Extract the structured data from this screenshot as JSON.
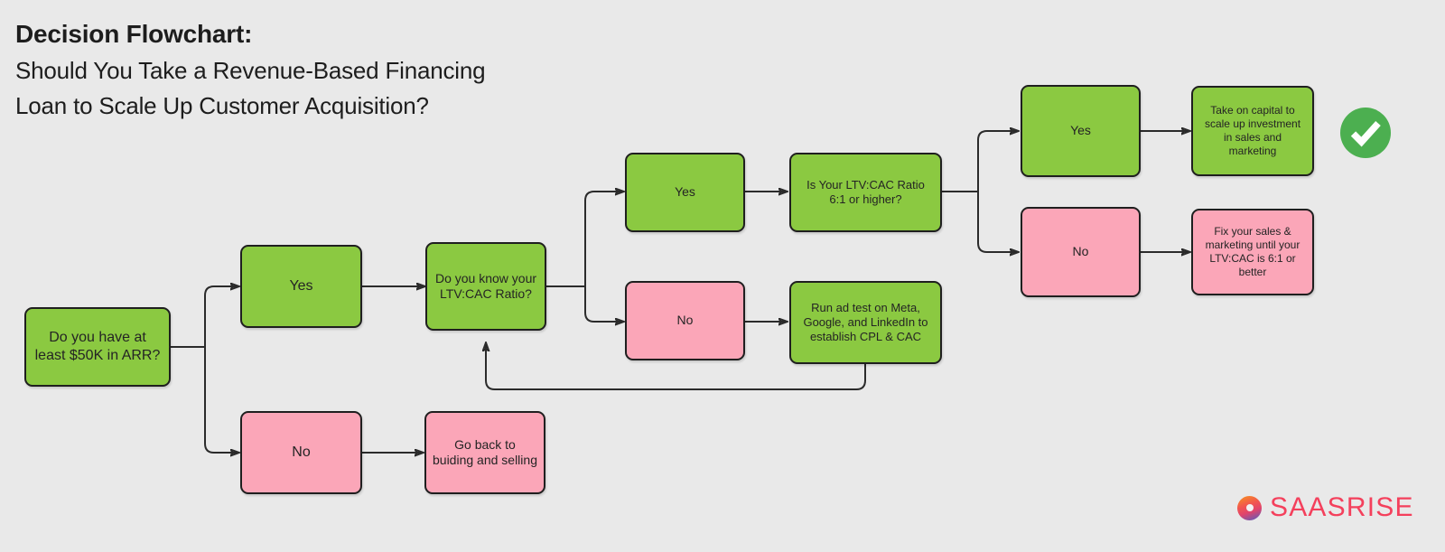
{
  "background_color": "#e9e9e9",
  "title": {
    "line1": "Decision Flowchart:",
    "line2": "Should You Take a Revenue-Based Financing",
    "line3": "Loan to Scale Up Customer Acquisition?"
  },
  "palette": {
    "green": "#8bc941",
    "pink": "#fba6b8",
    "node_border": "#1f1f1f",
    "connector": "#2b2b2b",
    "success_green": "#4caf50",
    "brand_red": "#f4405c"
  },
  "nodes": {
    "start_arr": {
      "label": "Do you have at least $50K in ARR?",
      "color": "green"
    },
    "arr_yes": {
      "label": "Yes",
      "color": "green"
    },
    "arr_no": {
      "label": "No",
      "color": "pink"
    },
    "know_ltv_cac": {
      "label": "Do you know your LTV:CAC Ratio?",
      "color": "green"
    },
    "go_back": {
      "label": "Go back to buiding and selling",
      "color": "pink"
    },
    "ltv_known_yes": {
      "label": "Yes",
      "color": "green"
    },
    "ltv_known_no": {
      "label": "No",
      "color": "pink"
    },
    "ratio_question": {
      "label": "Is Your LTV:CAC Ratio 6:1 or higher?",
      "color": "green"
    },
    "run_ad_test": {
      "label": "Run ad test on Meta, Google, and LinkedIn to establish CPL & CAC",
      "color": "green"
    },
    "ratio_yes": {
      "label": "Yes",
      "color": "green"
    },
    "ratio_no": {
      "label": "No",
      "color": "pink"
    },
    "take_capital": {
      "label": "Take on capital to scale up investment in sales and marketing",
      "color": "green"
    },
    "fix_sales": {
      "label": "Fix your sales & marketing until your LTV:CAC is 6:1 or better",
      "color": "pink"
    }
  },
  "badges": {
    "success": {
      "icon": "check-circle-icon",
      "color": "#4caf50"
    }
  },
  "brand": {
    "name": "SAASRISE",
    "mark": "saasrise-logo-mark"
  }
}
